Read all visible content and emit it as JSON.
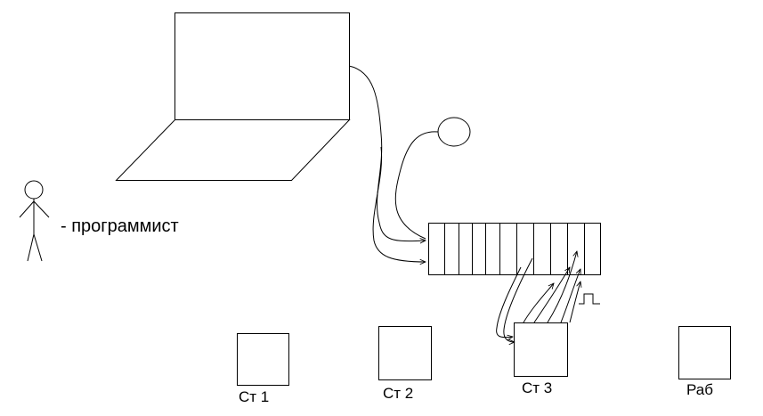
{
  "legend": {
    "text": "- программист"
  },
  "stations": [
    {
      "label": "Ст 1"
    },
    {
      "label": "Ст 2"
    },
    {
      "label": "Ст 3"
    },
    {
      "label": "Раб"
    }
  ],
  "register": {
    "cells": 10
  },
  "colors": {
    "stroke": "#000000",
    "background": "#ffffff"
  }
}
